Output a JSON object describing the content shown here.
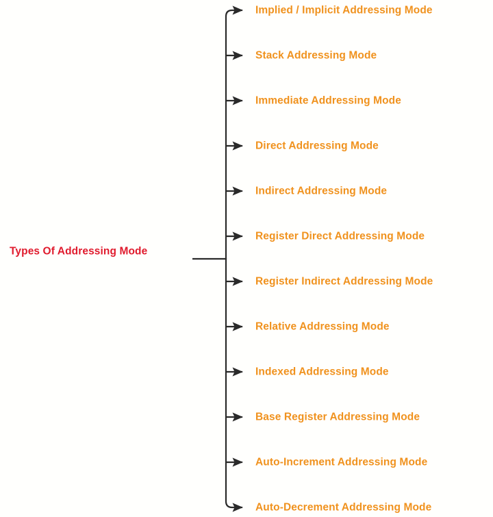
{
  "diagram": {
    "type": "tree-mindmap",
    "orientation": "left-root-right-branches",
    "background_color": "#fffffd",
    "root": {
      "label": "Types Of Addressing Mode",
      "color": "#e01b2d"
    },
    "branch_color": "#f0921e",
    "connector_color": "#2a2a2a",
    "branches": [
      {
        "label": "Implied / Implicit Addressing Mode"
      },
      {
        "label": "Stack Addressing Mode"
      },
      {
        "label": "Immediate Addressing Mode"
      },
      {
        "label": "Direct Addressing Mode"
      },
      {
        "label": "Indirect Addressing Mode"
      },
      {
        "label": "Register Direct Addressing Mode"
      },
      {
        "label": "Register Indirect Addressing Mode"
      },
      {
        "label": "Relative Addressing Mode"
      },
      {
        "label": "Indexed Addressing Mode"
      },
      {
        "label": "Base Register Addressing Mode"
      },
      {
        "label": "Auto-Increment Addressing Mode"
      },
      {
        "label": "Auto-Decrement Addressing Mode"
      }
    ]
  }
}
